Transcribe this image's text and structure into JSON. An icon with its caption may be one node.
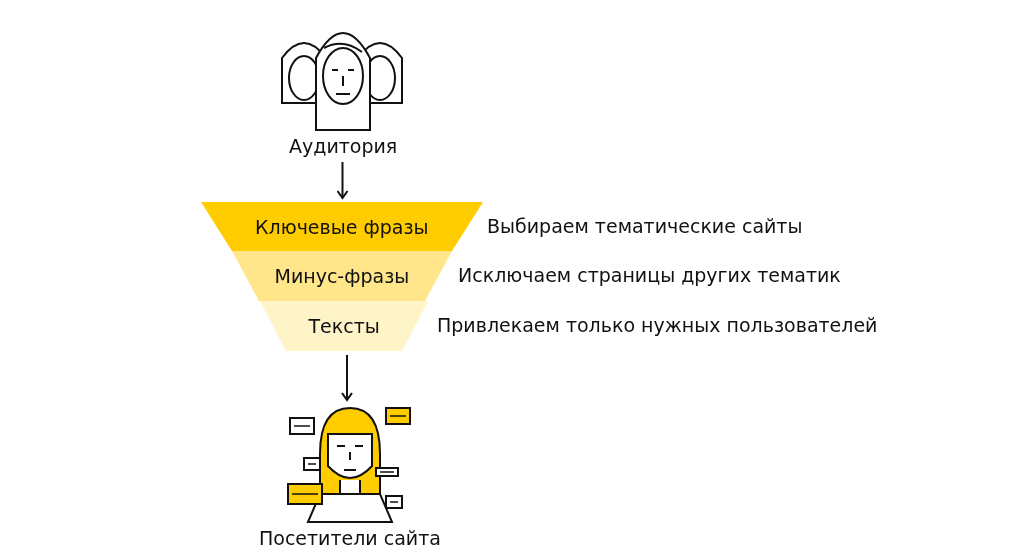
{
  "diagram": {
    "nodes": [
      {
        "text": [
          "Аудитория"
        ]
      },
      {
        "text": [
          "Ключевые фразы"
        ],
        "beside": [
          "Выбираем тематические сайты"
        ]
      },
      {
        "text": [
          "Минус-фразы"
        ],
        "beside": [
          "Исключаем страницы других тематик"
        ]
      },
      {
        "text": [
          "Тексты"
        ],
        "beside": [
          "Привлекаем только нужных пользователей"
        ]
      },
      {
        "text": [
          "Посетители сайта"
        ]
      }
    ],
    "edges": [
      {
        "from": 0,
        "to": 1,
        "arrow": "to"
      },
      {
        "from": 3,
        "to": 4,
        "arrow": "to"
      }
    ]
  }
}
